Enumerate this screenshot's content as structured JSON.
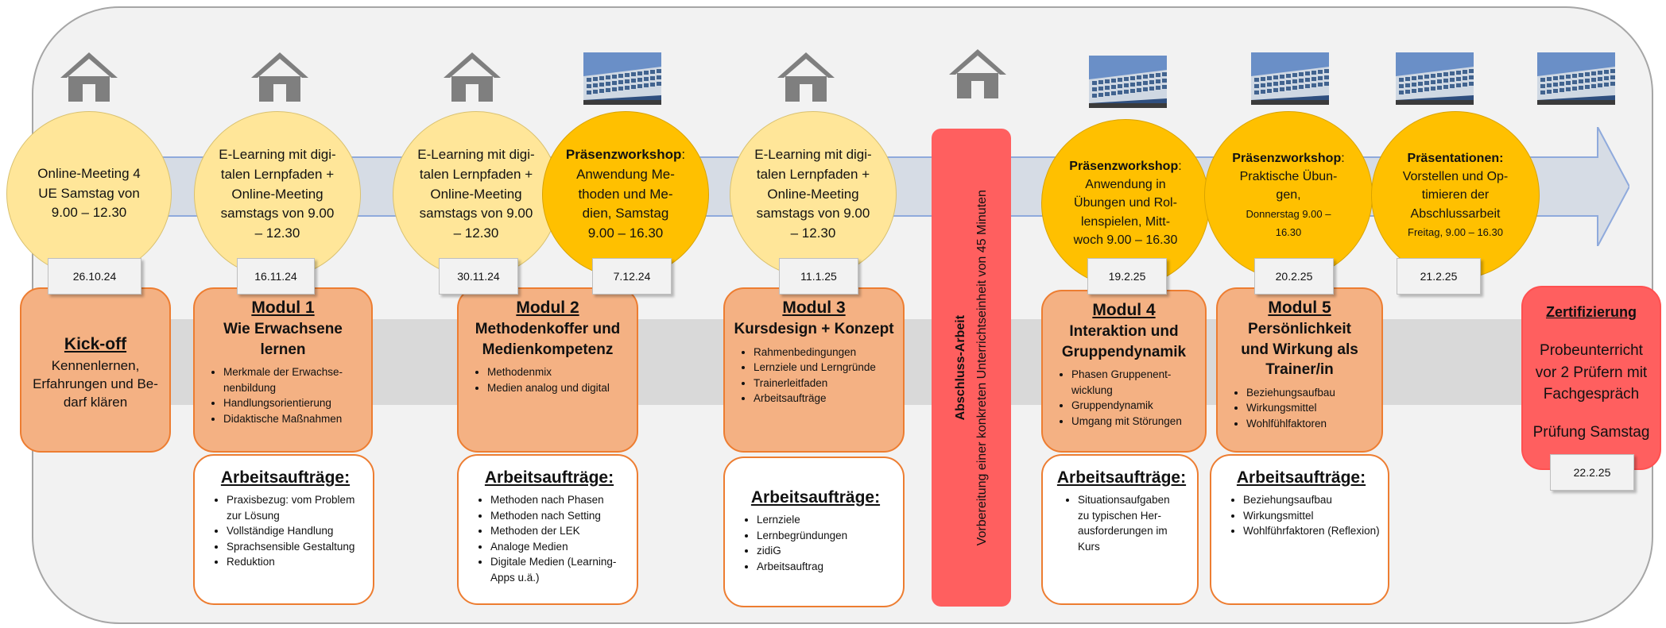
{
  "sessions": [
    {
      "lines": [
        "Online-Meeting 4",
        "UE Samstag von",
        "9.00 – 12.30"
      ],
      "date": "26.10.24",
      "place": "home-icon"
    },
    {
      "lines": [
        "E-Learning mit digi-",
        "talen Lernpfaden +",
        "Online-Meeting",
        "samstags von 9.00",
        "– 12.30"
      ],
      "date": "16.11.24",
      "place": "home-icon"
    },
    {
      "lines": [
        "E-Learning mit digi-",
        "talen Lernpfaden +",
        "Online-Meeting",
        "samstags von 9.00",
        "– 12.30"
      ],
      "date": "30.11.24",
      "place": "home-icon"
    },
    {
      "bold": "Präsenzworkshop",
      "lines": [
        "Anwendung Me-",
        "thoden und Me-",
        "dien, Samstag",
        "9.00 – 16.30"
      ],
      "date": "7.12.24",
      "place": "building-icon"
    },
    {
      "lines": [
        "E-Learning mit digi-",
        "talen Lernpfaden +",
        "Online-Meeting",
        "samstags von 9.00",
        "– 12.30"
      ],
      "date": "11.1.25",
      "place": "home-icon"
    },
    {
      "bold": "Präsenzworkshop",
      "lines": [
        "Anwendung in",
        "Übungen und Rol-",
        "lenspielen, Mitt-",
        "woch 9.00 – 16.30"
      ],
      "date": "19.2.25",
      "place": "building-icon"
    },
    {
      "bold": "Präsenzworkshop",
      "lines": [
        "Praktische Übun-",
        "gen,"
      ],
      "small": [
        "Donnerstag 9.00 –",
        "16.30"
      ],
      "date": "20.2.25",
      "place": "building-icon"
    },
    {
      "bold": "Präsentationen:",
      "lines": [
        "Vorstellen und Op-",
        "timieren der",
        "Abschlussarbeit"
      ],
      "small": [
        "Freitag, 9.00 – 16.30"
      ],
      "date": "21.2.25",
      "place": "building-icon"
    }
  ],
  "exam_work": {
    "title": "Abschluss-Arbeit",
    "text": "Vorbereitung einer konkreten Unterrichtseinheit von 45 Minuten"
  },
  "modules": [
    {
      "title": "Kick-off",
      "text": [
        "Kennenlernen,",
        "Erfahrungen und Be-",
        "darf klären"
      ]
    },
    {
      "title": "Modul 1",
      "subtitle": [
        "Wie Erwachsene",
        "lernen"
      ],
      "items": [
        "Merkmale der Erwachse-nenbildung",
        "Handlungsorientierung",
        "Didaktische Maßnahmen"
      ]
    },
    {
      "title": "Modul 2",
      "subtitle": [
        "Methodenkoffer und",
        "Medienkompetenz"
      ],
      "items": [
        "Methodenmix",
        "Medien analog und digital"
      ]
    },
    {
      "title": "Modul 3",
      "subtitle": [
        "Kursdesign + Konzept"
      ],
      "items": [
        "Rahmenbedingungen",
        "Lernziele und Lerngründe",
        "Trainerleitfaden",
        "Arbeitsaufträge"
      ]
    },
    {
      "title": "Modul 4",
      "subtitle": [
        "Interaktion und",
        "Gruppendynamik"
      ],
      "items": [
        "Phasen Gruppenent-wicklung",
        "Gruppendynamik",
        "Umgang mit Störungen"
      ]
    },
    {
      "title": "Modul 5",
      "subtitle": [
        "Persönlichkeit",
        "und Wirkung als",
        "Trainer/in"
      ],
      "items": [
        "Beziehungsaufbau",
        "Wirkungsmittel",
        "Wohlfühlfaktoren"
      ]
    }
  ],
  "tasks_title": "Arbeitsaufträge:",
  "tasks": [
    [
      "Praxisbezug: vom Problem zur Lösung",
      "Vollständige Handlung",
      "Sprachsensible Gestaltung",
      "Reduktion"
    ],
    [
      "Methoden nach Phasen",
      "Methoden nach Setting",
      "Methoden der LEK",
      "Analoge Medien",
      "Digitale Medien (Learning-Apps u.ä.)"
    ],
    [
      "Lernziele",
      "Lernbegründungen",
      "zidiG",
      "Arbeitsauftrag"
    ],
    [
      "Situationsaufgaben zu typischen Her-ausforderungen im Kurs"
    ],
    [
      "Beziehungsaufbau",
      "Wirkungsmittel",
      "Wohlführfaktoren (Reflexion)"
    ]
  ],
  "certification": {
    "title": "Zertifizierung",
    "lines": [
      "Probeunterricht",
      "vor 2 Prüfern mit",
      "Fachgespräch"
    ],
    "exam": "Prüfung Samstag",
    "date": "22.2.25",
    "place": "building-icon"
  },
  "colors": {
    "light_circle": "#ffe699",
    "gold_circle": "#ffc000",
    "module": "#f4b183",
    "border": "#ed7d31",
    "red": "#ff5f5f"
  }
}
